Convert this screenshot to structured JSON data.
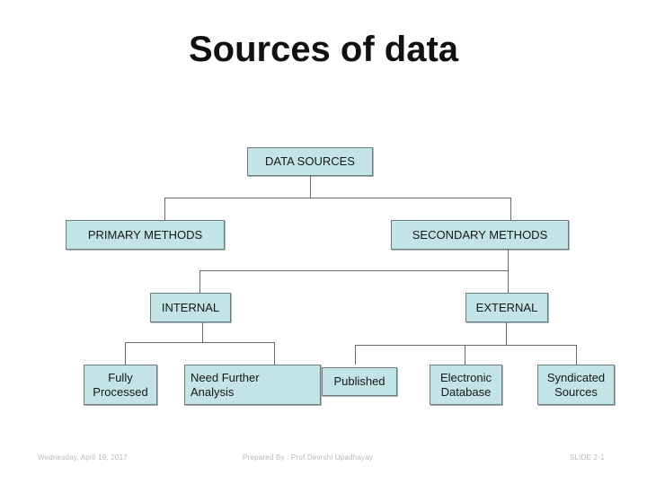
{
  "slide": {
    "title": "Sources of data",
    "background_color": "#ffffff",
    "node_fill_color": "#c3e4e6",
    "node_border_color": "#6b7b80",
    "connector_color": "#5d6a6f",
    "title_color": "#111111",
    "footer_color": "#b9b9b9"
  },
  "diagram": {
    "type": "tree",
    "nodes": {
      "root": {
        "label": "DATA SOURCES"
      },
      "primary": {
        "label": "PRIMARY METHODS"
      },
      "secondary": {
        "label": "SECONDARY METHODS"
      },
      "internal": {
        "label": "INTERNAL"
      },
      "external": {
        "label": "EXTERNAL"
      },
      "fully_processed": {
        "label": "Fully\nProcessed"
      },
      "need_further_analysis": {
        "label": "Need Further\nAnalysis"
      },
      "published": {
        "label": "Published"
      },
      "electronic_database": {
        "label": "Electronic\nDatabase"
      },
      "syndicated_sources": {
        "label": "Syndicated\nSources"
      }
    }
  },
  "footer": {
    "date": "Wednesday, April 19, 2017",
    "prepared_by": "Prepared By : Prof.Devrshi Upadhayay",
    "slide_number": "SLIDE 2-1"
  }
}
